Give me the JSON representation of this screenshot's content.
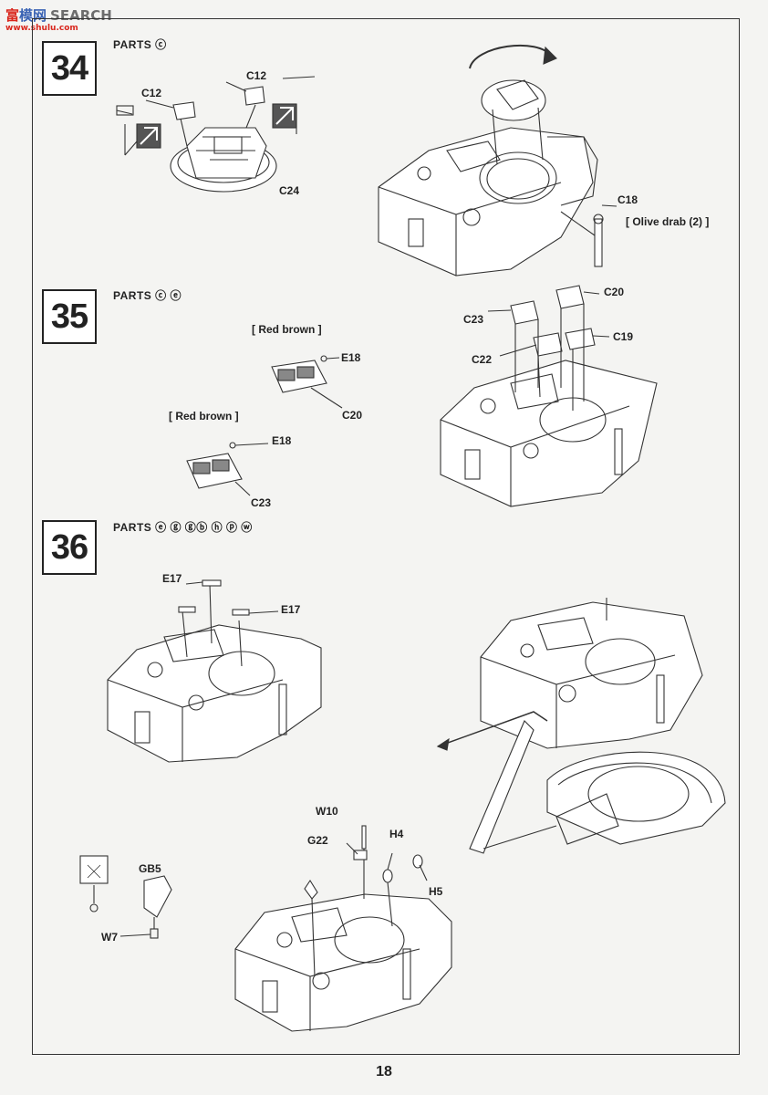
{
  "watermark": {
    "logo": "富",
    "mid": "模网",
    "search": "SEARCH",
    "site": "www.shulu.com"
  },
  "steps": [
    {
      "number": "34",
      "parts": "PARTS ⓒ"
    },
    {
      "number": "35",
      "parts": "PARTS ⓒ ⓔ"
    },
    {
      "number": "36",
      "parts": "PARTS ⓔ ⓖ ⓖⓑ ⓗ ⓟ ⓦ"
    }
  ],
  "labels": {
    "c12_a": "C12",
    "c12_b": "C12",
    "c24": "C24",
    "c18": "C18",
    "olive": "[ Olive drab (2) ]",
    "red1": "[ Red brown ]",
    "e18_a": "E18",
    "c20_a": "C20",
    "red2": "[ Red brown ]",
    "e18_b": "E18",
    "c23_a": "C23",
    "c23_b": "C23",
    "c20_b": "C20",
    "c22": "C22",
    "c19": "C19",
    "e17_a": "E17",
    "e17_b": "E17",
    "w10": "W10",
    "g22": "G22",
    "h4": "H4",
    "h5": "H5",
    "gb5": "GB5",
    "w7": "W7"
  },
  "page_number": "18"
}
